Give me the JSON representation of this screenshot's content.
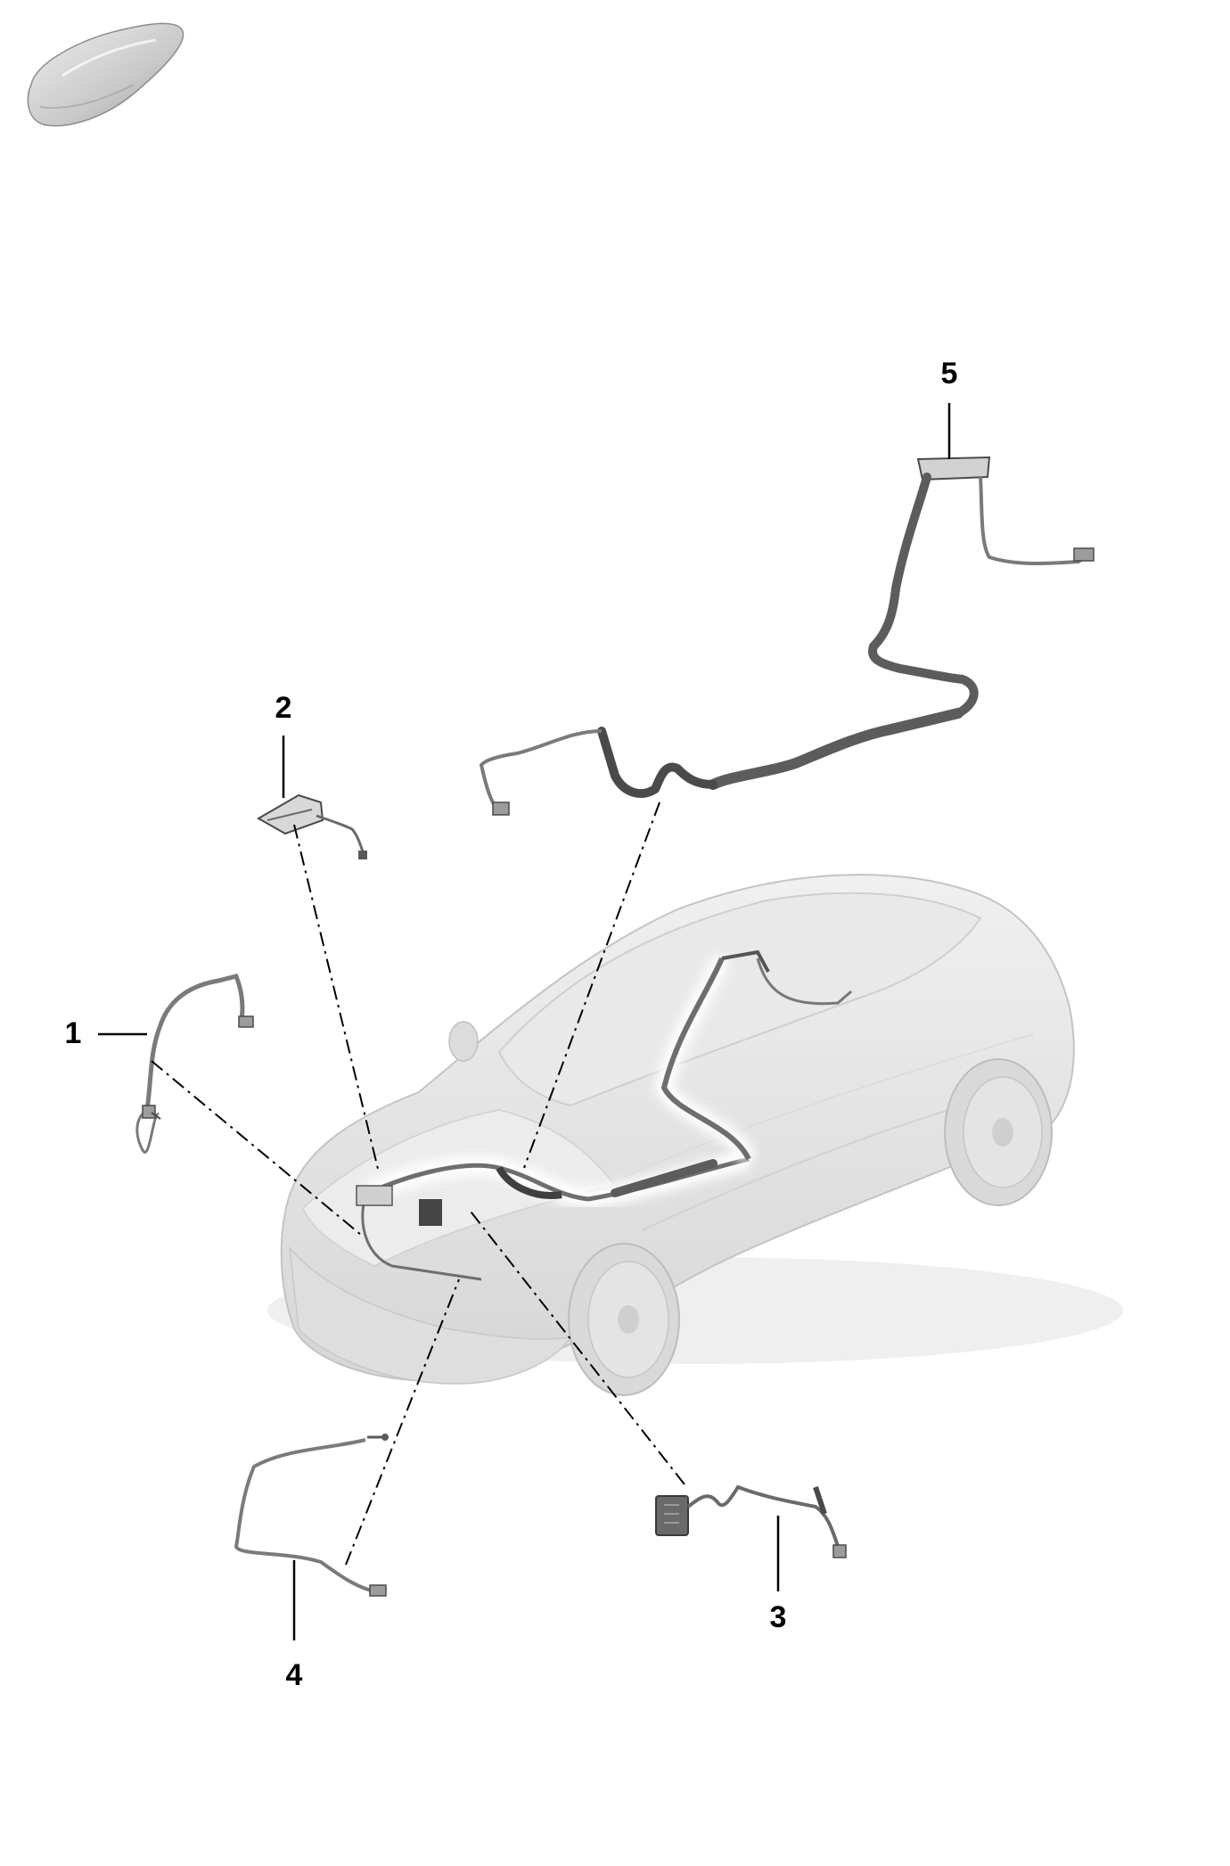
{
  "diagram": {
    "callouts": [
      {
        "id": "1",
        "label": "1"
      },
      {
        "id": "2",
        "label": "2"
      },
      {
        "id": "3",
        "label": "3"
      },
      {
        "id": "4",
        "label": "4"
      },
      {
        "id": "5",
        "label": "5"
      }
    ]
  },
  "colors": {
    "car_fill": "#e6e6e6",
    "car_shadow": "#cdcdcd",
    "harness": "#7a7a7a",
    "harness_dark": "#4a4a4a",
    "leader": "#000000"
  },
  "icons": {
    "vehicle_thumbnail": "car-silhouette-icon"
  }
}
